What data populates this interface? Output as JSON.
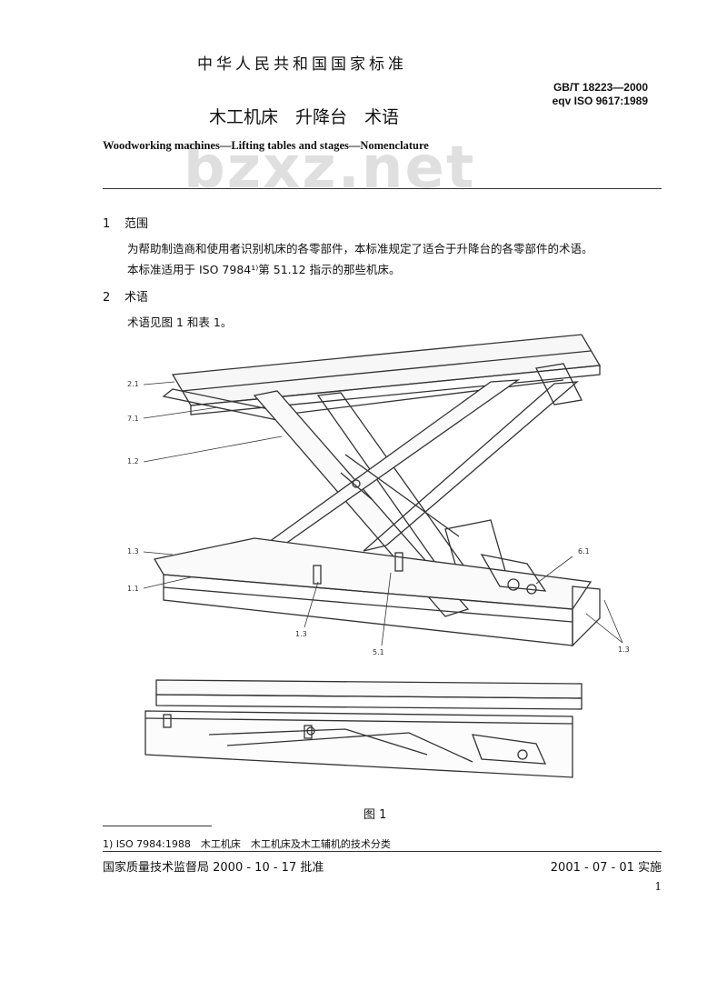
{
  "header": {
    "cn_standard": "中华人民共和国国家标准",
    "std_number": "GB/T 18223—2000",
    "eqv": "eqv ISO 9617:1989",
    "title_cn": "木工机床　升降台　术语",
    "title_en": "Woodworking machines—Lifting tables and stages—Nomenclature",
    "watermark": "bzxz.net"
  },
  "sections": [
    {
      "num": "1",
      "title": "范围",
      "paras": [
        "为帮助制造商和使用者识别机床的各零部件，本标准规定了适合于升降台的各零部件的术语。",
        "本标准适用于 ISO 7984¹⁾第 51.12 指示的那些机床。"
      ]
    },
    {
      "num": "2",
      "title": "术语",
      "paras": [
        "术语见图 1 和表 1。"
      ]
    }
  ],
  "figure": {
    "caption": "图 1",
    "labels": [
      "2.1",
      "7.1",
      "1.2",
      "1.3",
      "1.1",
      "6.1",
      "1.3",
      "5.1",
      "1.3"
    ]
  },
  "footnote": "1) ISO 7984:1988　木工机床　木工机床及木工辅机的技术分类",
  "footer": {
    "approval": "国家质量技术监督局 2000 - 10 - 17 批准",
    "implementation": "2001 - 07 - 01 实施",
    "page": "1"
  }
}
